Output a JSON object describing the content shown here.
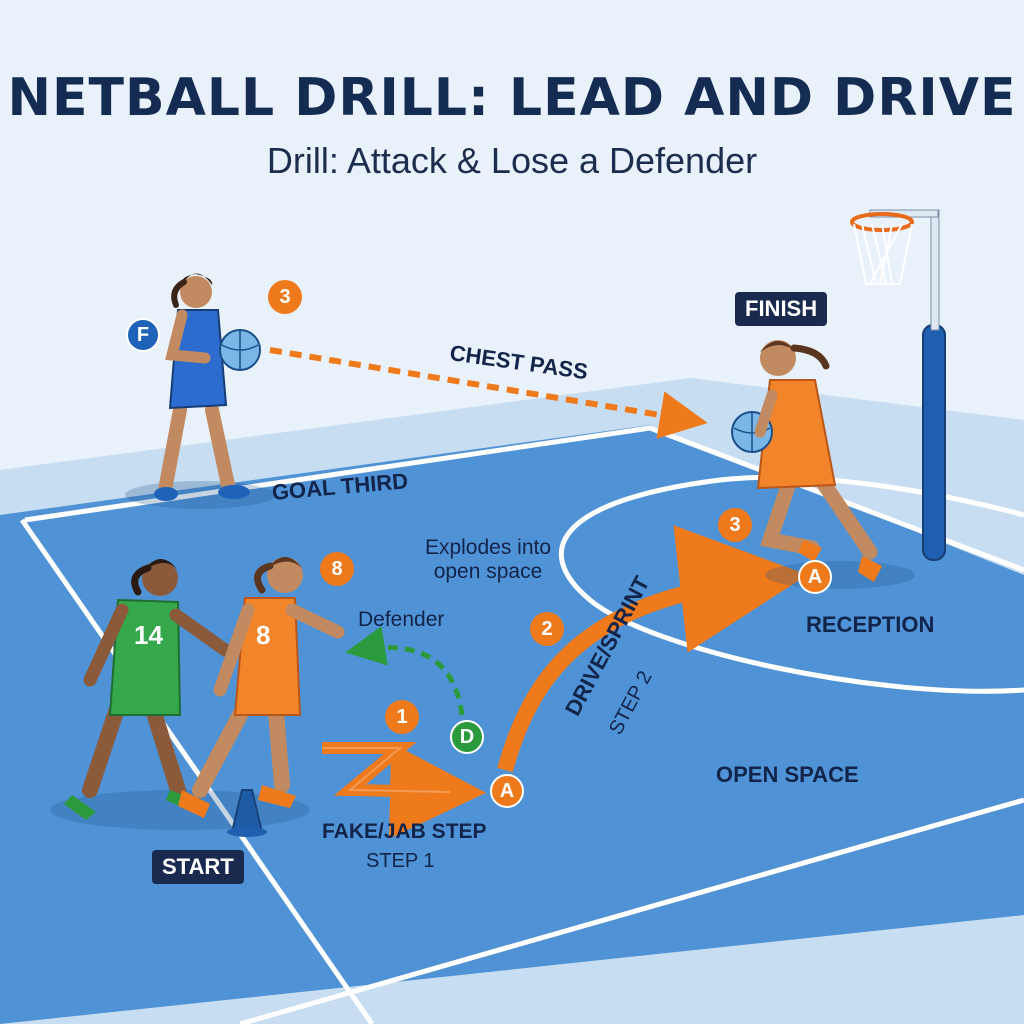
{
  "title": "NETBALL DRILL: LEAD AND DRIVE",
  "subtitle": "Drill: Attack & Lose a Defender",
  "labels": {
    "finish": "FINISH",
    "start": "START",
    "chest_pass": "CHEST PASS",
    "goal_third": "GOAL THIRD",
    "explodes_line1": "Explodes into",
    "explodes_line2": "open space",
    "defender": "Defender",
    "reception": "RECEPTION",
    "drive_sprint": "DRIVE/SPRINT",
    "step2": "STEP 2",
    "open_space": "OPEN SPACE",
    "fake_jab": "FAKE/JAB STEP",
    "step1": "STEP 1"
  },
  "markers": {
    "feeder": "F",
    "step3_pass": "3",
    "step3_finish": "3",
    "player8_number": "8",
    "step2": "2",
    "step1": "1",
    "defender": "D",
    "attacker_start": "A",
    "attacker_end": "A"
  },
  "players": {
    "green_bib": "14",
    "orange_bib": "8"
  },
  "colors": {
    "court": "#4f93d6",
    "court_lines": "#ffffff",
    "attack_orange": "#ef7a1c",
    "defender_green": "#2a9a3c",
    "feeder_blue": "#1e63b8",
    "title_navy": "#142b52"
  }
}
